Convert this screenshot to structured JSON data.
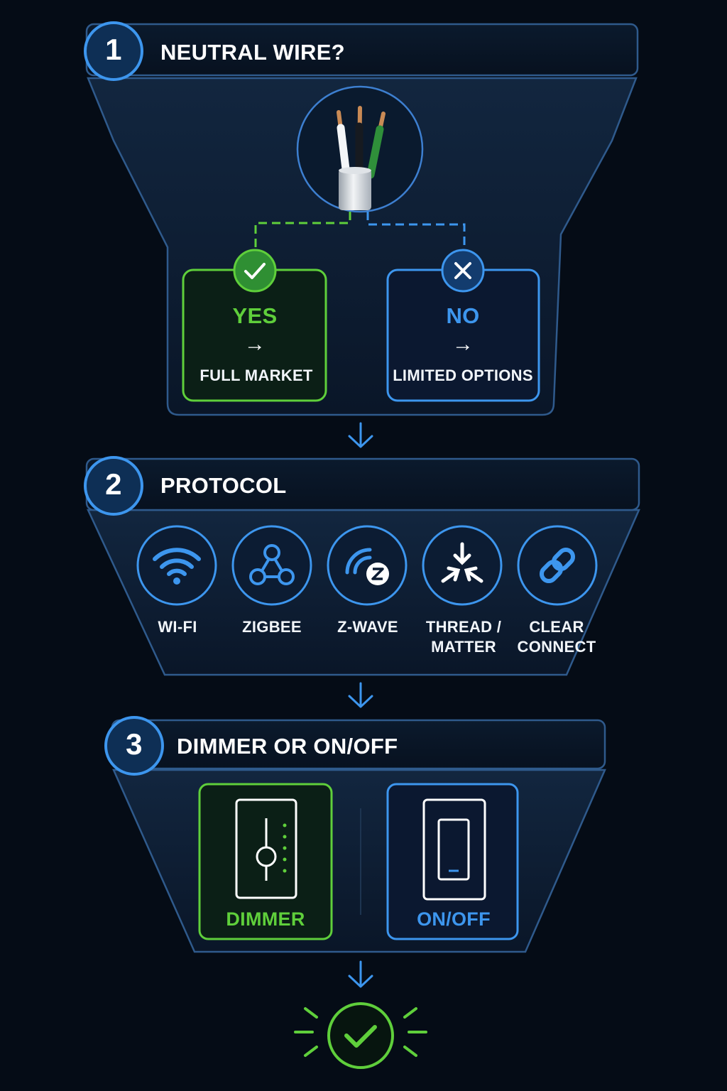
{
  "steps": [
    {
      "number": "1",
      "title": "NEUTRAL WIRE?"
    },
    {
      "number": "2",
      "title": "PROTOCOL"
    },
    {
      "number": "3",
      "title": "DIMMER OR ON/OFF"
    }
  ],
  "neutral": {
    "yes": {
      "label": "YES",
      "arrow": "→",
      "result": "FULL MARKET",
      "icon": "check-icon"
    },
    "no": {
      "label": "NO",
      "arrow": "→",
      "result": "LIMITED OPTIONS",
      "icon": "x-icon"
    }
  },
  "protocols": [
    {
      "line1": "WI-FI",
      "line2": "",
      "icon": "wifi-icon"
    },
    {
      "line1": "ZIGBEE",
      "line2": "",
      "icon": "zigbee-icon"
    },
    {
      "line1": "Z-WAVE",
      "line2": "",
      "icon": "z-wave-icon"
    },
    {
      "line1": "THREAD /",
      "line2": "MATTER",
      "icon": "matter-icon"
    },
    {
      "line1": "CLEAR",
      "line2": "CONNECT",
      "icon": "link-icon"
    }
  ],
  "switch_types": {
    "dimmer": {
      "label": "DIMMER",
      "icon": "dimmer-switch-icon"
    },
    "onoff": {
      "label": "ON/OFF",
      "icon": "toggle-switch-icon"
    }
  },
  "colors": {
    "background": "#050c16",
    "panel": "#0d1c30",
    "border": "#2f5a8c",
    "accent_blue": "#3d96ee",
    "accent_green": "#5fcf3b",
    "badge_fill": "#0e2f55"
  }
}
